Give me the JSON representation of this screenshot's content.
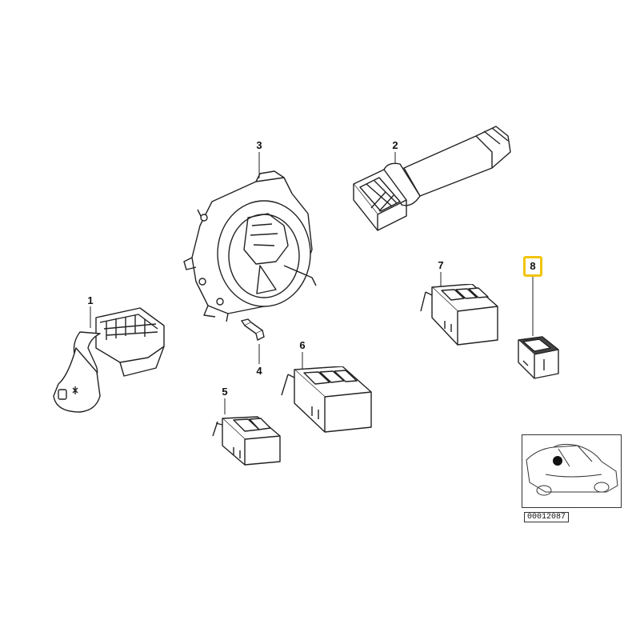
{
  "callouts": {
    "c1": "1",
    "c2": "2",
    "c3": "3",
    "c4": "4",
    "c5": "5",
    "c6": "6",
    "c7": "7",
    "c8": "8"
  },
  "diagram_id": "00012087",
  "highlight_color": "#f2c40c"
}
